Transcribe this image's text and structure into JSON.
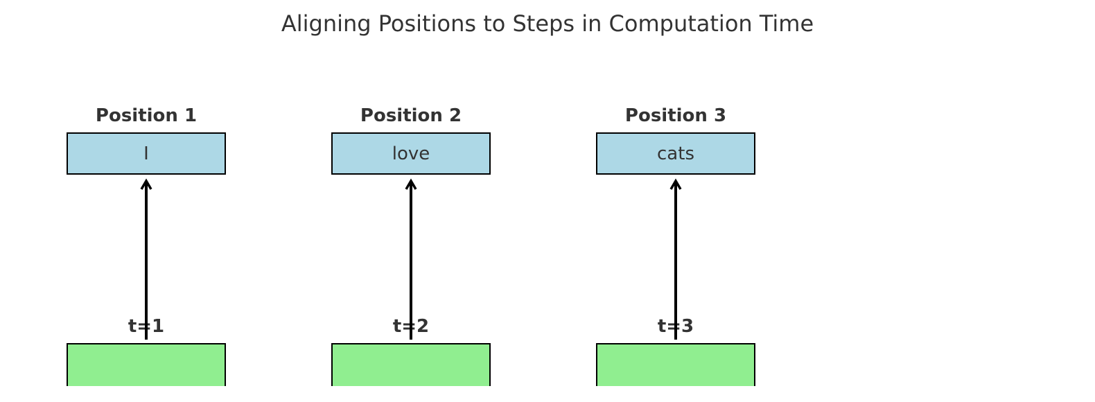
{
  "title": "Aligning Positions to Steps in Computation Time",
  "colors": {
    "token_box_fill": "#add8e6",
    "step_box_fill": "#90ee90",
    "border": "#000000",
    "text": "#333333"
  },
  "columns": [
    {
      "position_label": "Position 1",
      "token": "I",
      "time_label": "t=1"
    },
    {
      "position_label": "Position 2",
      "token": "love",
      "time_label": "t=2"
    },
    {
      "position_label": "Position 3",
      "token": "cats",
      "time_label": "t=3"
    }
  ]
}
